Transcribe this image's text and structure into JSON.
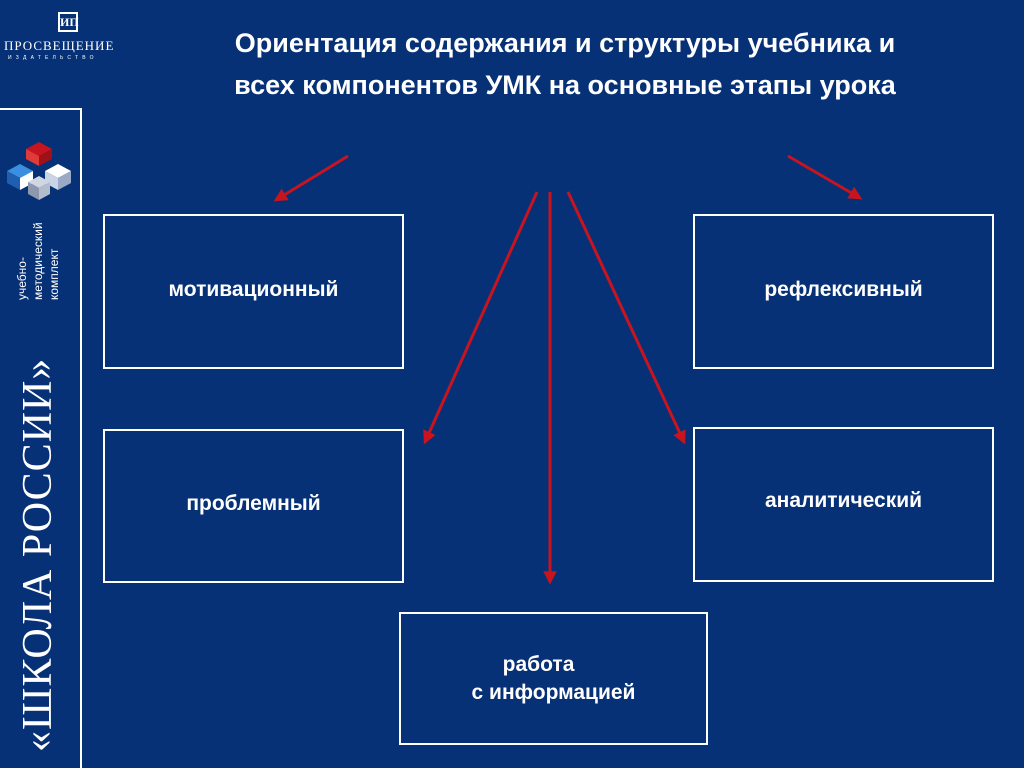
{
  "title": "Ориентация содержания и структуры учебника и всех компонентов УМК на основные этапы урока",
  "sidebar": {
    "publisher": "ПРОСВЕЩЕНИЕ",
    "publisher_sub": "ИЗДАТЕЛЬСТВО",
    "umk_line1": "учебно-",
    "umk_line2": "методический",
    "umk_line3": "комплект",
    "school_name": "«ШКОЛА РОССИИ»"
  },
  "stages": {
    "motivational": "мотивационный",
    "reflexive": "рефлексивный",
    "problem": "проблемный",
    "analytical": "аналитический",
    "info_line1": "работа",
    "info_line2": "с информацией"
  },
  "colors": {
    "background": "#073176",
    "arrow": "#c8141e",
    "text": "#ffffff"
  }
}
